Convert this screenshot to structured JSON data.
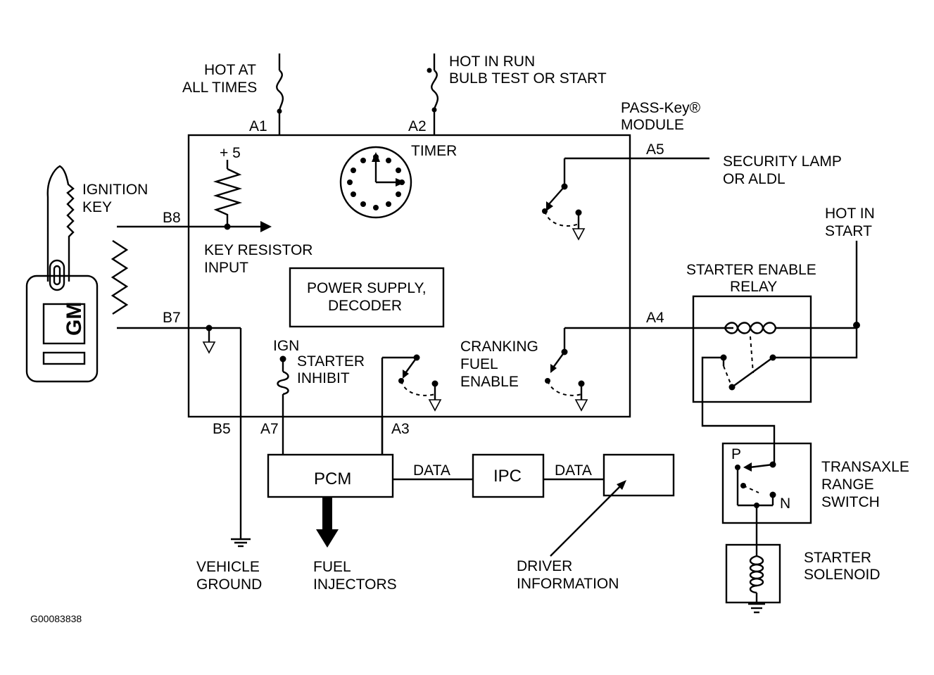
{
  "labels": {
    "hot_at_all_times_1": "HOT AT",
    "hot_at_all_times_2": "ALL TIMES",
    "hot_in_run_1": "HOT IN RUN",
    "hot_in_run_2": "BULB TEST OR START",
    "passkey_1": "PASS-Key®",
    "passkey_2": "MODULE",
    "a1": "A1",
    "a2": "A2",
    "a3": "A3",
    "a4": "A4",
    "a5": "A5",
    "a7": "A7",
    "b5": "B5",
    "b7": "B7",
    "b8": "B8",
    "plus5": "+ 5",
    "timer": "TIMER",
    "security_lamp_1": "SECURITY LAMP",
    "security_lamp_2": "OR ALDL",
    "ignition_key_1": "IGNITION",
    "ignition_key_2": "KEY",
    "key_logo": "GM",
    "key_resistor_1": "KEY RESISTOR",
    "key_resistor_2": "INPUT",
    "power_supply_1": "POWER SUPPLY,",
    "power_supply_2": "DECODER",
    "ign": "IGN",
    "starter_inhibit_1": "STARTER",
    "starter_inhibit_2": "INHIBIT",
    "cranking_1": "CRANKING",
    "cranking_2": "FUEL",
    "cranking_3": "ENABLE",
    "hot_in_start_1": "HOT IN",
    "hot_in_start_2": "START",
    "starter_relay_1": "STARTER ENABLE",
    "starter_relay_2": "RELAY",
    "pcm": "PCM",
    "ipc": "IPC",
    "data_1": "DATA",
    "data_2": "DATA",
    "transaxle_1": "TRANSAXLE",
    "transaxle_2": "RANGE",
    "transaxle_3": "SWITCH",
    "switch_p": "P",
    "switch_n": "N",
    "starter_solenoid_1": "STARTER",
    "starter_solenoid_2": "SOLENOID",
    "vehicle_ground_1": "VEHICLE",
    "vehicle_ground_2": "GROUND",
    "fuel_injectors_1": "FUEL",
    "fuel_injectors_2": "INJECTORS",
    "driver_info_1": "DRIVER",
    "driver_info_2": "INFORMATION",
    "figure_code": "G00083838"
  }
}
